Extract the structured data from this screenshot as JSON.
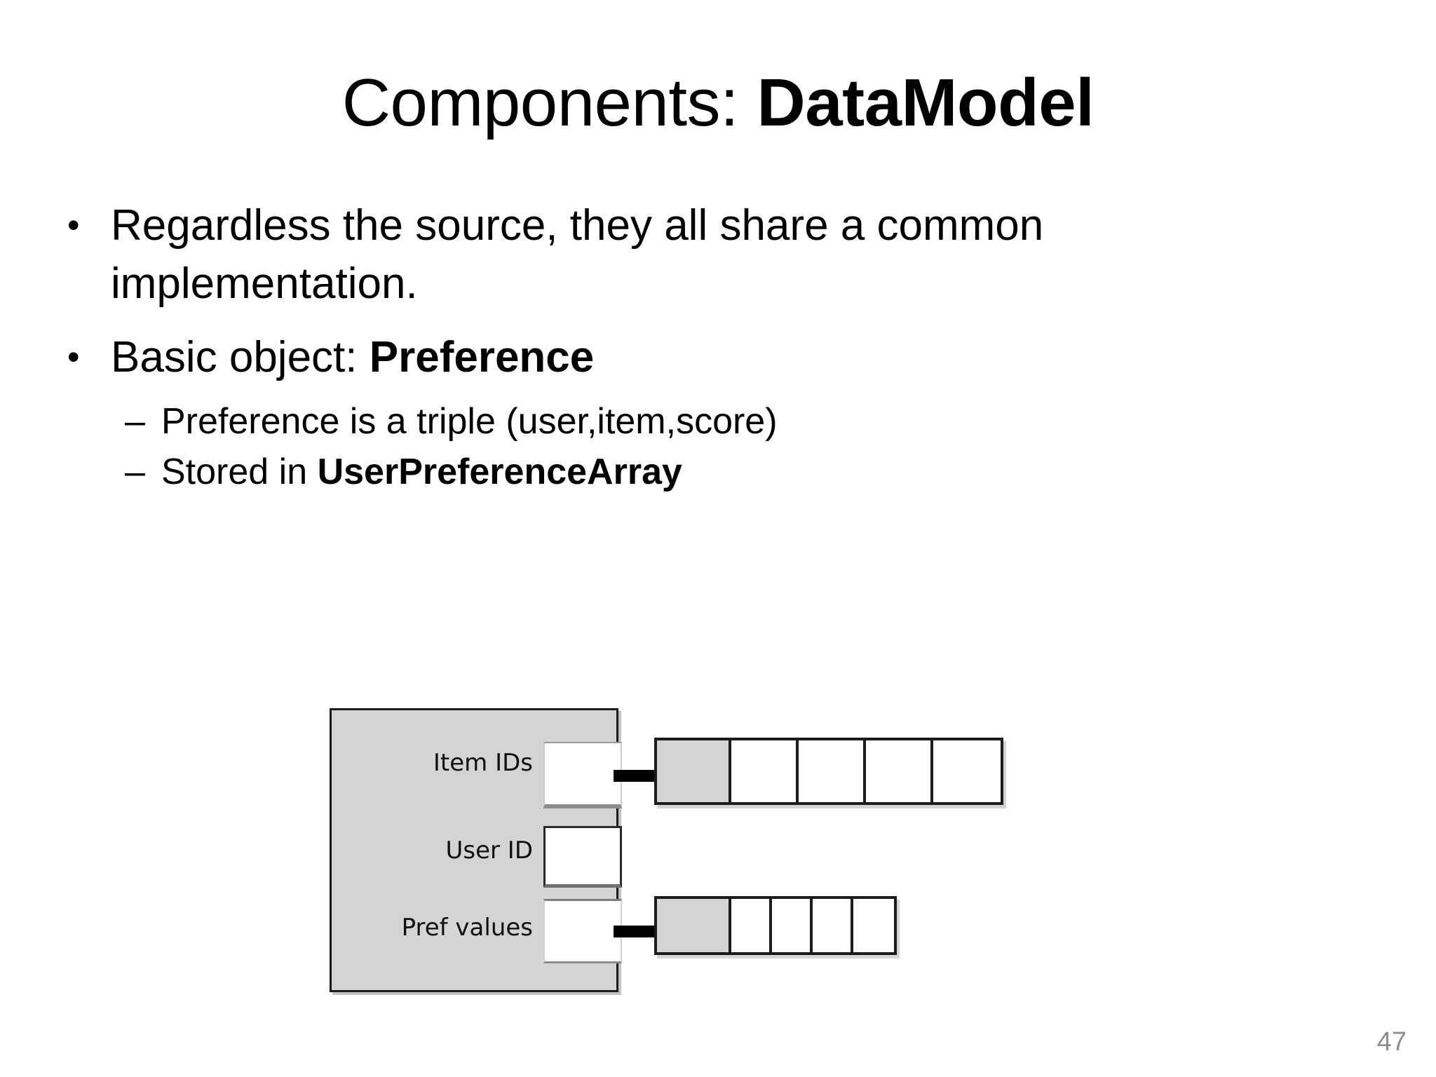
{
  "slide": {
    "title_plain": "Components: ",
    "title_bold": "DataModel",
    "page_number": "47",
    "accent_gray": "#d4d4d4",
    "outline_color": "#1b1b1b",
    "page_number_color": "#8d8d8d"
  },
  "bullets": [
    {
      "level": 1,
      "marker": "•",
      "text": "Regardless the source, they all share a common implementation.",
      "bold_suffix": ""
    },
    {
      "level": 1,
      "marker": "•",
      "text": "Basic object: ",
      "bold_suffix": "Preference"
    },
    {
      "level": 2,
      "marker": "–",
      "text": "Preference is a triple (user,item,score)",
      "bold_suffix": ""
    },
    {
      "level": 2,
      "marker": "–",
      "text": "Stored in ",
      "bold_suffix": "UserPreferenceArray"
    }
  ],
  "diagram": {
    "container_name": "UserPreferenceArray structure",
    "fields": [
      {
        "label": "Item IDs",
        "slot_style": "slot-a",
        "has_arrow": true
      },
      {
        "label": "User ID",
        "slot_style": "slot-b",
        "has_arrow": false
      },
      {
        "label": "Pref values",
        "slot_style": "slot-c",
        "has_arrow": true
      }
    ],
    "arrays": [
      {
        "name": "item-ids-array",
        "cell_count": 5,
        "filled_index": 0,
        "cell_widths": [
          106,
          96,
          96,
          96,
          96
        ],
        "height": 96
      },
      {
        "name": "pref-values-array",
        "cell_count": 5,
        "filled_index": 0,
        "cell_widths": [
          106,
          58,
          58,
          58,
          58
        ],
        "height": 84
      }
    ]
  }
}
